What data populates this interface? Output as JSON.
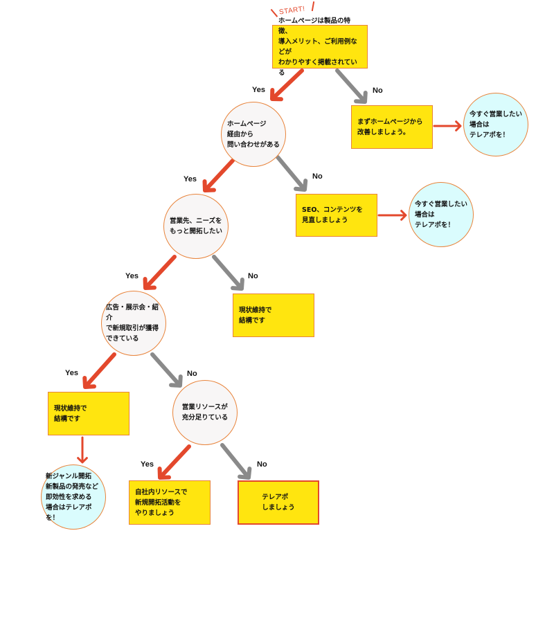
{
  "colors": {
    "box_fill": "#ffe50f",
    "box_border": "#e8833a",
    "circle_fill": "#f8f6f6",
    "result_circle_fill": "#dafcfd",
    "yes_arrow": "#e3482c",
    "no_arrow": "#8a8a8a"
  },
  "start_label": "START!",
  "nodes": {
    "q1": "ホームページは製品の特徴、\n導入メリット、ご利用例などが\nわかりやすく掲載されている",
    "q2": "ホームページ\n経由から\n問い合わせがある",
    "a1": "まずホームページから\n改善しましょう。",
    "r1": "今すぐ営業したい\n場合は\nテレアポを！",
    "q3": "営業先、ニーズを\nもっと開拓したい",
    "a2": "SEO、コンテンツを\n見直しましょう",
    "r2": "今すぐ営業したい\n場合は\nテレアポを！",
    "q4": "広告・展示会・紹介\nで新規取引が獲得\nできている",
    "a3": "現状維持で\n結構です",
    "a4": "現状維持で\n結構です",
    "q5": "営業リソースが\n充分足りている",
    "r3": "新ジャンル開拓\n新製品の発売など\n即効性を求める\n場合はテレアポを！",
    "a5": "自社内リソースで\n新規開拓活動を\nやりましょう",
    "a6": "テレアポ\nしましょう"
  },
  "edge_labels": {
    "q1_yes": "Yes",
    "q1_no": "No",
    "q2_yes": "Yes",
    "q2_no": "No",
    "q3_yes": "Yes",
    "q3_no": "No",
    "q4_yes": "Yes",
    "q4_no": "No",
    "q5_yes": "Yes",
    "q5_no": "No"
  }
}
